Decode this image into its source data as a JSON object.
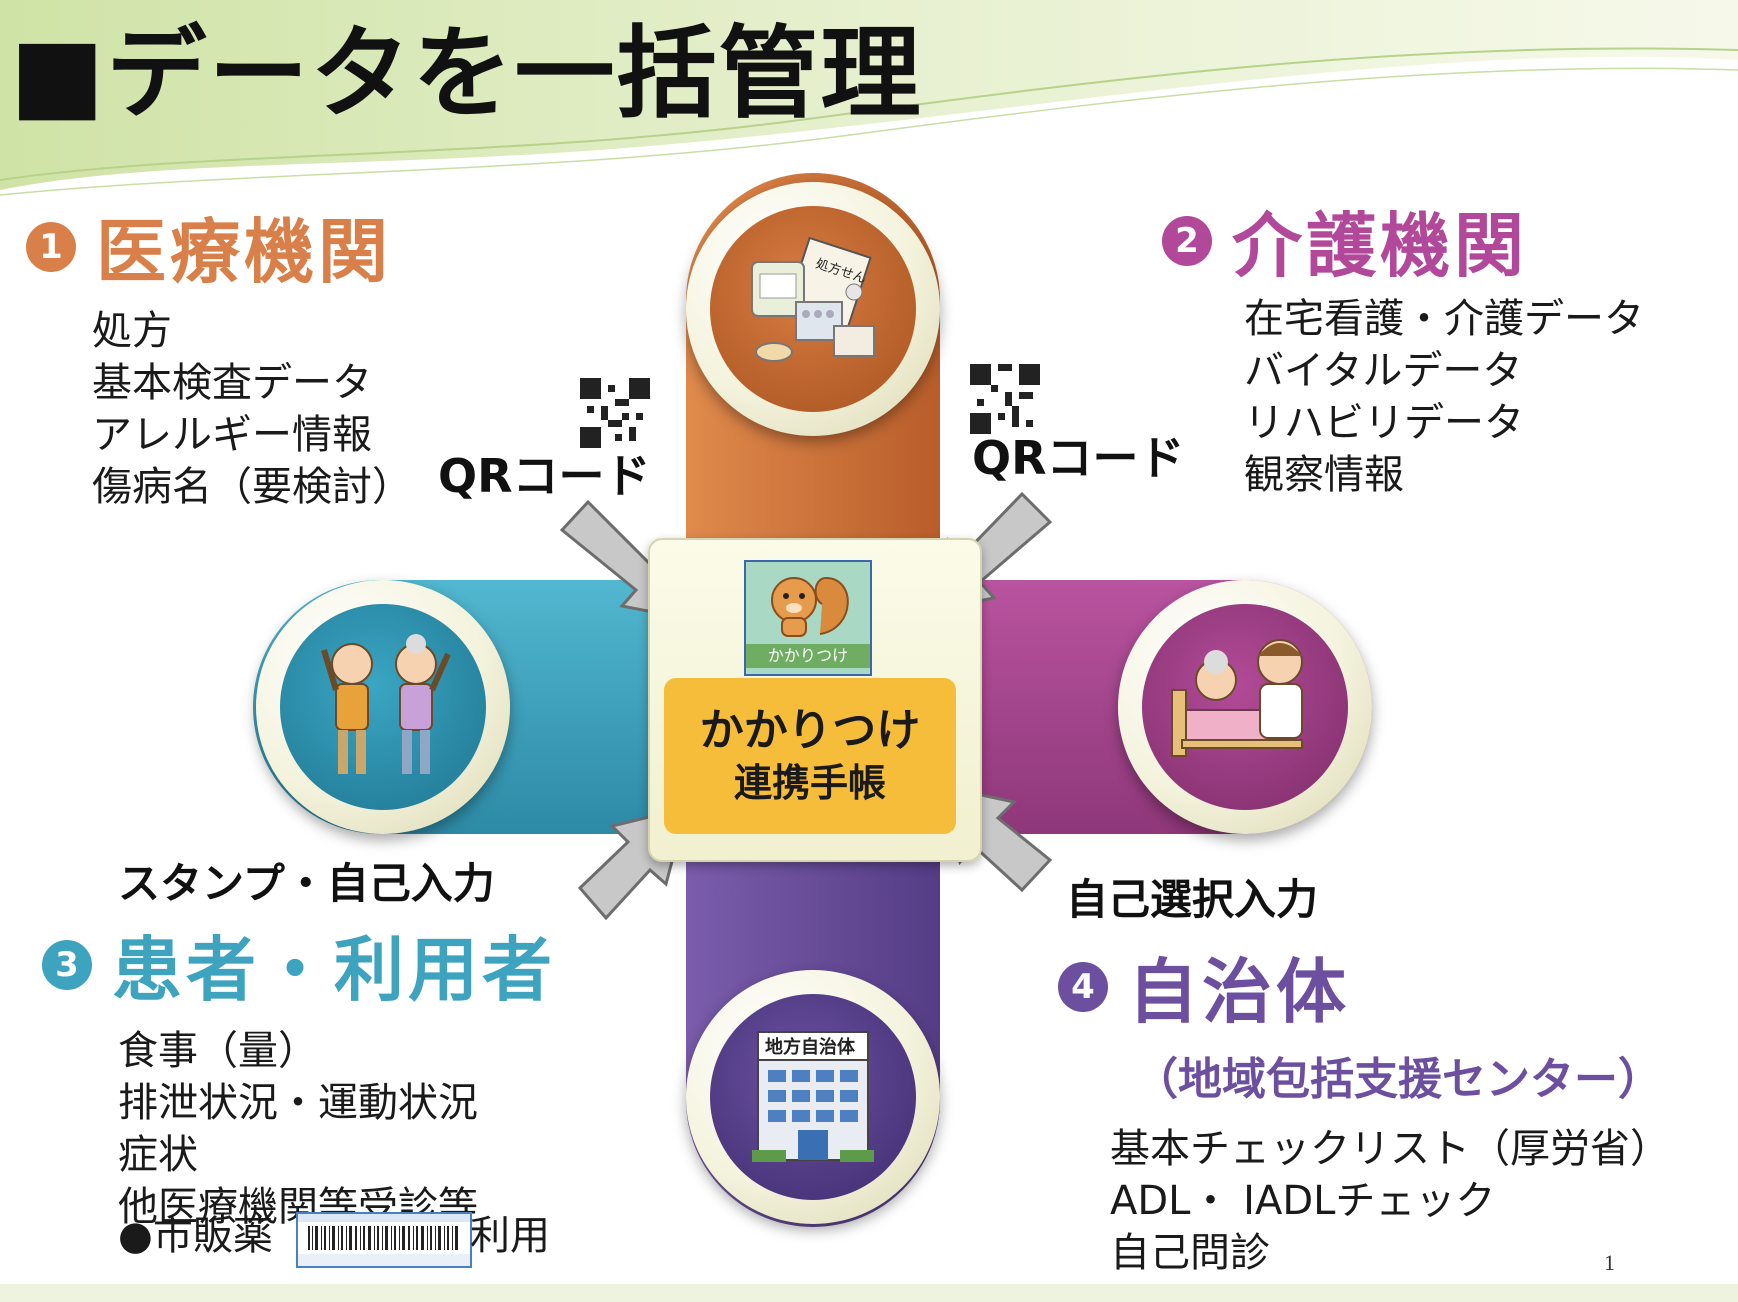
{
  "slide": {
    "title": "■データを一括管理",
    "page_number": "1"
  },
  "sections": {
    "medical": {
      "badge": "1",
      "title": "医療機関",
      "color": "#d9804a",
      "items": [
        "処方",
        "基本検査データ",
        "アレルギー情報",
        "傷病名（要検討）"
      ]
    },
    "care": {
      "badge": "2",
      "title": "介護機関",
      "color": "#b2489a",
      "items": [
        "在宅看護・介護データ",
        "バイタルデータ",
        "リハビリデータ",
        "観察情報"
      ]
    },
    "patient": {
      "badge": "3",
      "title": "患者・利用者",
      "color": "#3ea3bf",
      "items": [
        "食事（量）",
        "排泄状況・運動状況",
        "症状",
        "他医療機関等受診等"
      ],
      "otc_prefix": "●市販薬",
      "otc_suffix": "利用"
    },
    "municipality": {
      "badge": "4",
      "title": "自治体",
      "subtitle": "（地域包括支援センター）",
      "color": "#6c4f9e",
      "items": [
        "基本チェックリスト（厚労省）",
        "ADL・ IADLチェック",
        "自己問診"
      ]
    }
  },
  "center": {
    "app_icon_label": "かかりつけ",
    "label_line1": "かかりつけ",
    "label_line2": "連携手帳"
  },
  "arrows": {
    "top_left": "QRコード",
    "top_right": "QRコード",
    "bottom_left": "スタンプ・自己入力",
    "bottom_right": "自己選択入力"
  },
  "icons": {
    "prescription": "地方自治体",
    "prescription_note": "処方せん"
  },
  "colors": {
    "arm_top": "#d0743d",
    "arm_left": "#3ea3bf",
    "arm_right": "#a8468f",
    "arm_bottom": "#6a4e9c",
    "center_label": "#f6bd3a"
  }
}
